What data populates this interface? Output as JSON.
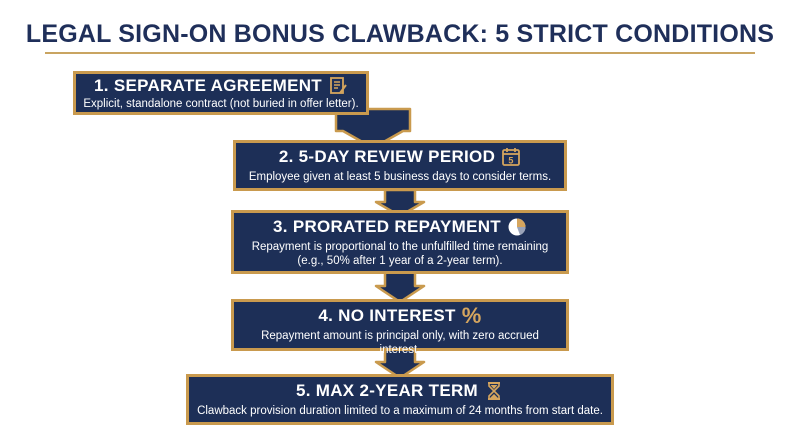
{
  "title": "LEGAL SIGN-ON BONUS CLAWBACK: 5 STRICT CONDITIONS",
  "colors": {
    "navy": "#1d2f57",
    "gold": "#c99a4e",
    "title": "#1f2f5a"
  },
  "steps": [
    {
      "heading": "1. SEPARATE AGREEMENT",
      "icon": "document-icon",
      "lines": [
        "Explicit, standalone contract (not buried in offer letter)."
      ]
    },
    {
      "heading": "2. 5-DAY REVIEW PERIOD",
      "icon": "calendar-icon",
      "icon_text": "5",
      "lines": [
        "Employee given at least 5 business days to consider terms."
      ]
    },
    {
      "heading": "3. PRORATED REPAYMENT",
      "icon": "pie-chart-icon",
      "lines": [
        "Repayment is proportional to the unfulfilled time remaining",
        "(e.g., 50% after 1 year of a 2-year term)."
      ]
    },
    {
      "heading": "4.  NO INTEREST",
      "icon": "percent-icon",
      "icon_text": "%",
      "lines": [
        "Repayment amount is principal only, with zero accrued interest."
      ]
    },
    {
      "heading": "5.  MAX 2-YEAR TERM",
      "icon": "hourglass-icon",
      "lines": [
        "Clawback provision duration limited to a maximum of 24 months from start date."
      ]
    }
  ]
}
